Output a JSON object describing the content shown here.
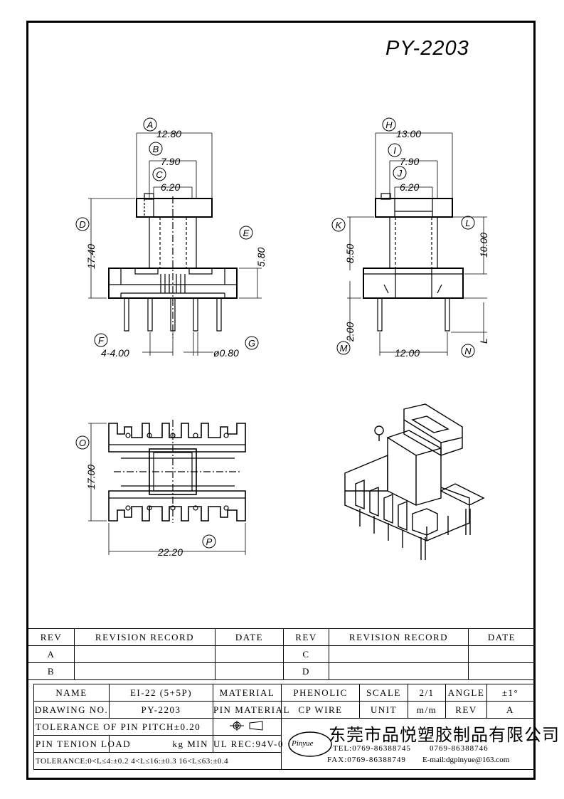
{
  "title": "PY-2203",
  "dims": {
    "A": "12.80",
    "B": "7.90",
    "C": "6.20",
    "D": "17.40",
    "E": "5.80",
    "F": "4-4.00",
    "G": "ø0.80",
    "H": "13.00",
    "I": "7.90",
    "J": "6.20",
    "K": "8.50",
    "L": "10.00",
    "M": "2.00",
    "N": "12.00",
    "O": "17.00",
    "P": "22.20"
  },
  "labels": {
    "A": "A",
    "B": "B",
    "C": "C",
    "D": "D",
    "E": "E",
    "F": "F",
    "G": "G",
    "H": "H",
    "I": "I",
    "J": "J",
    "K": "K",
    "L": "L",
    "M": "M",
    "N": "N",
    "O": "O",
    "P": "P",
    "L_right": "L"
  },
  "revision": {
    "header": [
      "REV",
      "REVISION RECORD",
      "DATE",
      "REV",
      "REVISION RECORD",
      "DATE"
    ],
    "rows": [
      [
        "A",
        "",
        "",
        "C",
        "",
        ""
      ],
      [
        "B",
        "",
        "",
        "D",
        "",
        ""
      ]
    ]
  },
  "info": {
    "name_label": "NAME",
    "name_value": "EI-22 (5+5P)",
    "material_label": "MATERIAL",
    "material_value": "PHENOLIC",
    "scale_label": "SCALE",
    "scale_value": "2/1",
    "angle_label": "ANGLE",
    "angle_value": "±1°",
    "drawing_no_label": "DRAWING NO.",
    "drawing_no_value": "PY-2203",
    "pin_material_label": "PIN MATERIAL",
    "pin_material_value": "CP WIRE",
    "unit_label": "UNIT",
    "unit_value": "m/m",
    "rev_label": "REV",
    "rev_value": "A",
    "tolerance_pitch": "TOLERANCE OF PIN PITCH±0.20",
    "pin_tension_label": "PIN TENION LOAD",
    "pin_tension_value": "kg MIN",
    "ul_rec": "UL REC:94V-0",
    "tolerance_general": "TOLERANCE:0<L≤4:±0.2  4<L≤16:±0.3  16<L≤63:±0.4",
    "company_name": "东莞市品悦塑胶制品有限公司",
    "logo_text": "Pinyue",
    "tel": "TEL:0769-86388745",
    "tel2": "0769-86388746",
    "fax": "FAX:0769-86388749",
    "email": "E-mail:dgpinyue@163.com"
  }
}
